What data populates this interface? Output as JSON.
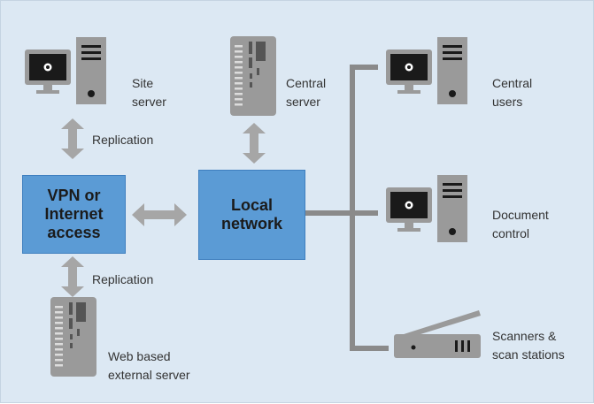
{
  "colors": {
    "background": "#dce8f3",
    "box_fill": "#5b9bd5",
    "box_border": "#3f7fbf",
    "device_gray": "#9a9a9a",
    "monitor_dark": "#1a1a1a",
    "arrow_gray": "#a6a6a6",
    "line_gray": "#8a8a8a"
  },
  "boxes": {
    "vpn": "VPN or\nInternet\naccess",
    "local_network": "Local\nnetwork"
  },
  "labels": {
    "site_server": "Site\nserver",
    "central_server": "Central\nserver",
    "central_users": "Central\nusers",
    "document_control": "Document\ncontrol",
    "scanners": "Scanners &\nscan stations",
    "web_server": "Web based\nexternal server",
    "replication_top": "Replication",
    "replication_bottom": "Replication"
  },
  "icons": [
    "desktop-computer-icon",
    "tower-server-icon",
    "scanner-icon",
    "double-arrow-icon"
  ]
}
